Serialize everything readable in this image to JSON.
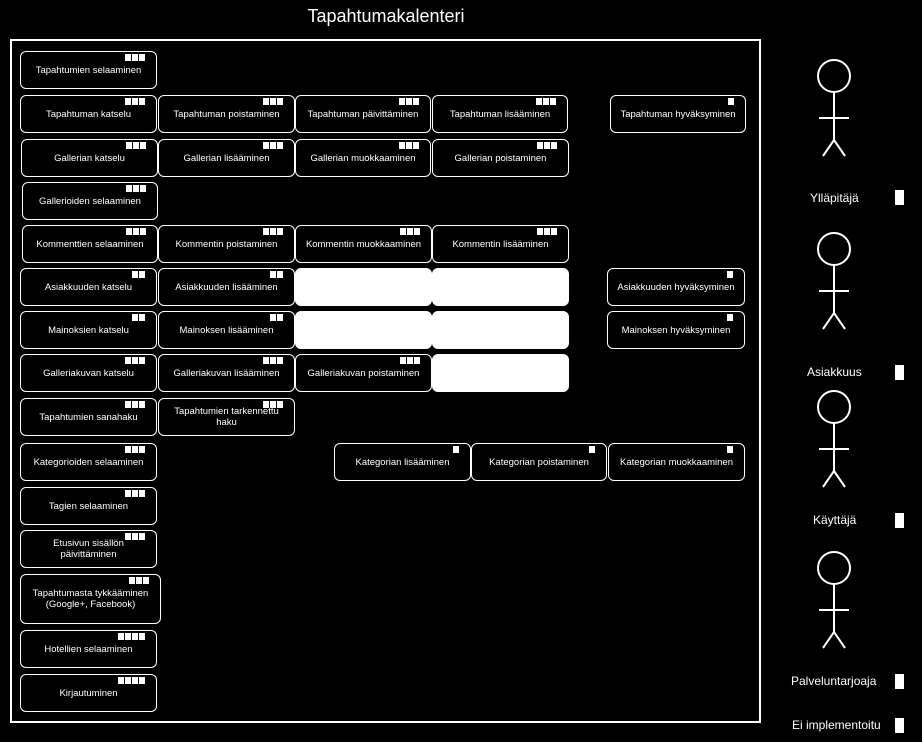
{
  "diagram": {
    "title": "Tapahtumakalenteri",
    "use_cases": [
      {
        "id": "uc01",
        "label": "Tapahtumien selaaminen",
        "markers": 3
      },
      {
        "id": "uc02",
        "label": "Tapahtuman katselu",
        "markers": 3
      },
      {
        "id": "uc03",
        "label": "Tapahtuman poistaminen",
        "markers": 3
      },
      {
        "id": "uc04",
        "label": "Tapahtuman päivittäminen",
        "markers": 3
      },
      {
        "id": "uc05",
        "label": "Tapahtuman lisääminen",
        "markers": 3
      },
      {
        "id": "uc06",
        "label": "Tapahtuman hyväksyminen",
        "markers": 1
      },
      {
        "id": "uc07",
        "label": "Gallerian katselu",
        "markers": 3
      },
      {
        "id": "uc08",
        "label": "Gallerian lisääminen",
        "markers": 3
      },
      {
        "id": "uc09",
        "label": "Gallerian muokkaaminen",
        "markers": 3
      },
      {
        "id": "uc10",
        "label": "Gallerian poistaminen",
        "markers": 3
      },
      {
        "id": "uc11",
        "label": "Gallerioiden selaaminen",
        "markers": 3
      },
      {
        "id": "uc12",
        "label": "Kommenttien selaaminen",
        "markers": 3
      },
      {
        "id": "uc13",
        "label": "Kommentin poistaminen",
        "markers": 3
      },
      {
        "id": "uc14",
        "label": "Kommentin muokkaaminen",
        "markers": 3
      },
      {
        "id": "uc15",
        "label": "Kommentin lisääminen",
        "markers": 3
      },
      {
        "id": "uc16",
        "label": "Asiakkuuden katselu",
        "markers": 2
      },
      {
        "id": "uc17",
        "label": "Asiakkuuden lisääminen",
        "markers": 2
      },
      {
        "id": "uc18",
        "label": "",
        "markers": 0,
        "blank": true
      },
      {
        "id": "uc19",
        "label": "",
        "markers": 0,
        "blank": true
      },
      {
        "id": "uc20",
        "label": "Asiakkuuden hyväksyminen",
        "markers": 1
      },
      {
        "id": "uc21",
        "label": "Mainoksien katselu",
        "markers": 2
      },
      {
        "id": "uc22",
        "label": "Mainoksen lisääminen",
        "markers": 2
      },
      {
        "id": "uc23",
        "label": "",
        "markers": 0,
        "blank": true
      },
      {
        "id": "uc24",
        "label": "",
        "markers": 0,
        "blank": true
      },
      {
        "id": "uc25",
        "label": "Mainoksen hyväksyminen",
        "markers": 1
      },
      {
        "id": "uc26",
        "label": "Galleriakuvan katselu",
        "markers": 3
      },
      {
        "id": "uc27",
        "label": "Galleriakuvan lisääminen",
        "markers": 3
      },
      {
        "id": "uc28",
        "label": "Galleriakuvan poistaminen",
        "markers": 3
      },
      {
        "id": "uc29",
        "label": "",
        "markers": 0,
        "blank": true
      },
      {
        "id": "uc30",
        "label": "Tapahtumien sanahaku",
        "markers": 3
      },
      {
        "id": "uc31",
        "label": "Tapahtumien tarkennettu haku",
        "markers": 3
      },
      {
        "id": "uc32",
        "label": "Kategorioiden selaaminen",
        "markers": 3
      },
      {
        "id": "uc33",
        "label": "Kategorian lisääminen",
        "markers": 1
      },
      {
        "id": "uc34",
        "label": "Kategorian poistaminen",
        "markers": 1
      },
      {
        "id": "uc35",
        "label": "Kategorian muokkaaminen",
        "markers": 1
      },
      {
        "id": "uc36",
        "label": "Tagien selaaminen",
        "markers": 3
      },
      {
        "id": "uc37",
        "label": "Etusivun sisällön päivittäminen",
        "markers": 3
      },
      {
        "id": "uc38",
        "label": "Tapahtumasta tykkääminen (Google+, Facebook)",
        "markers": 3
      },
      {
        "id": "uc39",
        "label": "Hotellien selaaminen",
        "markers": 4
      },
      {
        "id": "uc40",
        "label": "Kirjautuminen",
        "markers": 4
      }
    ],
    "actors": [
      {
        "id": "a1",
        "name": "Ylläpitäjä"
      },
      {
        "id": "a2",
        "name": "Asiakkuus"
      },
      {
        "id": "a3",
        "name": "Käyttäjä"
      },
      {
        "id": "a4",
        "name": "Palveluntarjoaja"
      }
    ],
    "legend": [
      {
        "label": "Ylläpitäjä"
      },
      {
        "label": "Asiakkuus"
      },
      {
        "label": "Käyttäjä"
      },
      {
        "label": "Palveluntarjoaja"
      },
      {
        "label": "Ei implementoitu"
      }
    ],
    "colors": {
      "background": "#000000",
      "foreground": "#ffffff"
    }
  }
}
